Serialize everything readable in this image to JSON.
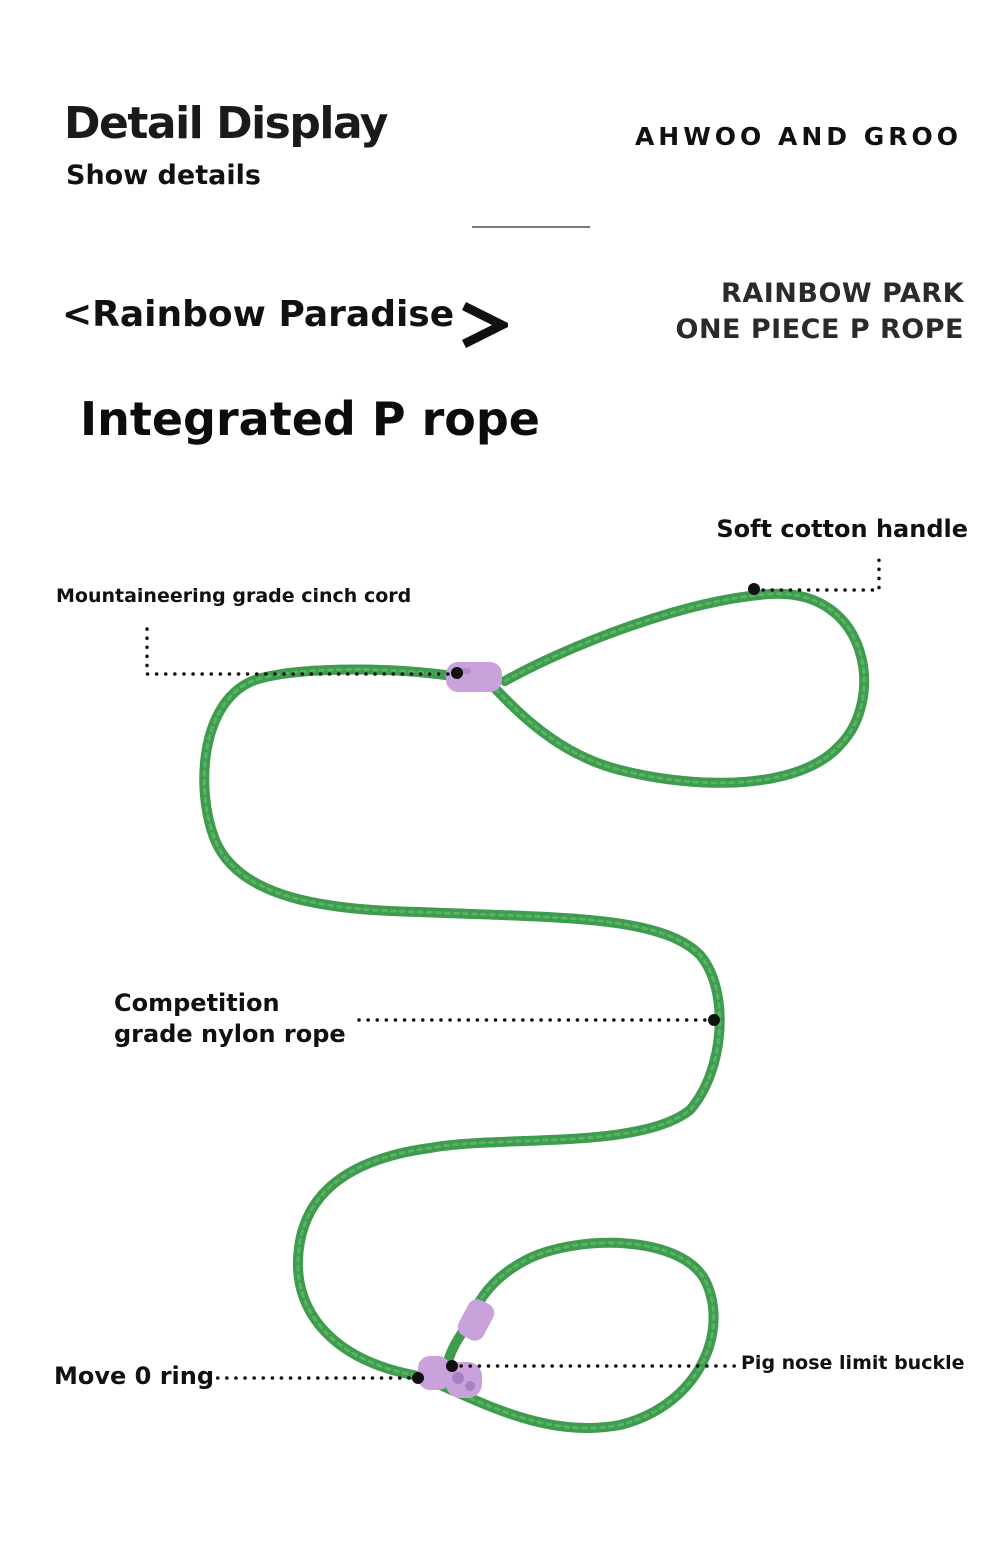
{
  "header": {
    "title": "Detail Display",
    "subtitle": "Show details",
    "brand": "AHWOO AND GROO"
  },
  "product": {
    "series": "<Rainbow Paradise",
    "name_line1": "RAINBOW PARK",
    "name_line2": "ONE PIECE P ROPE",
    "heading": "Integrated P rope"
  },
  "callouts": {
    "handle": "Soft cotton handle",
    "cinch": "Mountaineering grade cinch cord",
    "nylon_line1": "Competition",
    "nylon_line2": "grade nylon rope",
    "ring": "Move 0 ring",
    "buckle": "Pig nose limit buckle"
  },
  "colors": {
    "rope": "#3f9b4e",
    "rope_highlight": "#58b464",
    "hardware": "#c9a2dc",
    "hardware_shadow": "#a97fc2",
    "text": "#111111"
  }
}
